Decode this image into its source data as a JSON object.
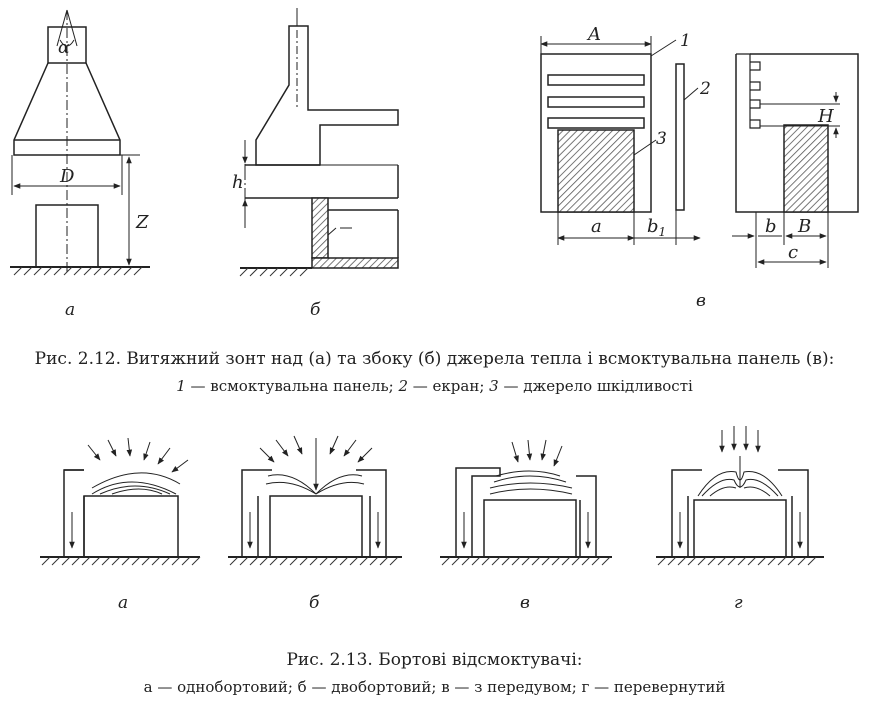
{
  "fig12": {
    "labels": {
      "alpha": "α",
      "D": "D",
      "Z": "Z",
      "h": "h",
      "A": "A",
      "a_dim": "a",
      "b1_base": "b",
      "b1_sub": "1",
      "H": "H",
      "b": "b",
      "B": "B",
      "c": "c",
      "n1": "1",
      "n2": "2",
      "n3": "3"
    },
    "subfig": [
      "а",
      "б",
      "в"
    ],
    "caption": {
      "line1": "Рис. 2.12. Витяжний зонт над (а) та збоку (б) джерела тепла і всмоктувальна панель (в):",
      "line2_n1": "1",
      "line2_t1": " — всмоктувальна панель; ",
      "line2_n2": "2",
      "line2_t2": " — екран; ",
      "line2_n3": "3",
      "line2_t3": " — джерело шкідливості"
    }
  },
  "fig13": {
    "subfig": [
      "а",
      "б",
      "в",
      "г"
    ],
    "caption": {
      "line1": "Рис. 2.13. Бортові відсмоктувачі:",
      "line2": "а — однобортовий; б — двобортовий; в — з передувом; г — перевернутий"
    }
  }
}
